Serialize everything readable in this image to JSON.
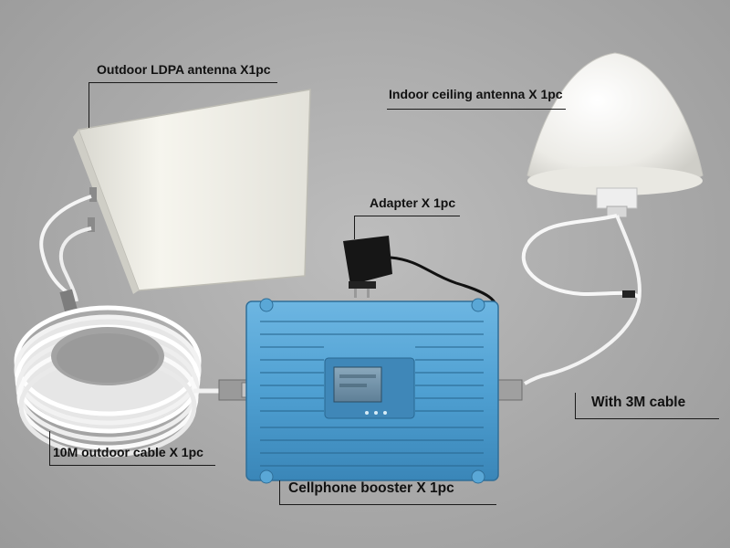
{
  "labels": {
    "outdoor_antenna": "Outdoor LDPA antenna X1pc",
    "indoor_antenna": "Indoor ceiling antenna X 1pc",
    "adapter": "Adapter  X 1pc",
    "cable_3m": "With 3M cable",
    "outdoor_cable": "10M outdoor cable X 1pc",
    "booster": "Cellphone booster X 1pc"
  },
  "colors": {
    "booster_blue": "#4fa0d2",
    "background": "#a9a9a9",
    "antenna_white": "#f3f2ec",
    "lcd_screen": "#6d8fa8"
  }
}
